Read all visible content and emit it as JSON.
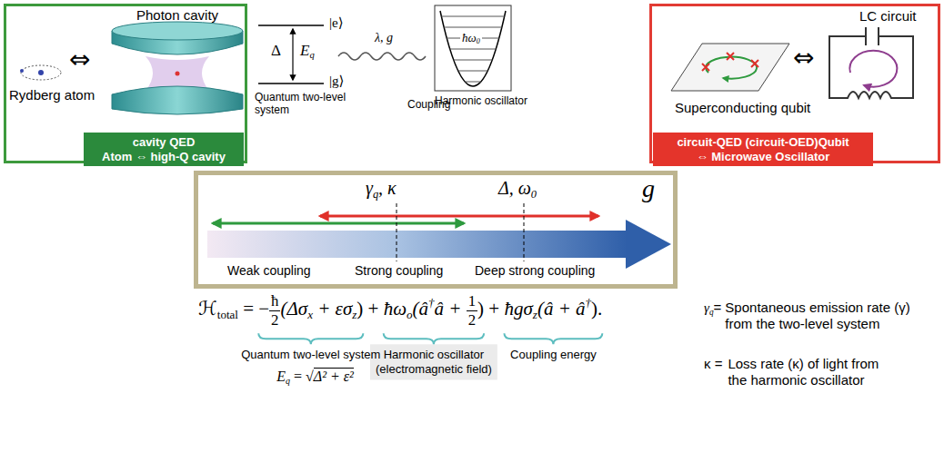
{
  "diagram": {
    "nodes": [
      {
        "text": [
          "Photon cavity",
          "⇔",
          "Rydberg atom"
        ]
      },
      {
        "text": [
          "cavity QED",
          "Atom ⇔ high-Q cavity"
        ],
        "in": 0
      },
      {
        "text": [
          "LC circuit",
          "⇔",
          "Superconducting qubit"
        ]
      },
      {
        "text": [
          "circuit-QED (circuit-OED)Qubit",
          "⇔ Microwave Oscillator"
        ],
        "in": 2
      },
      {
        "text": [
          "γ",
          "q",
          ", κ",
          "Δ, ω",
          "0",
          "g",
          "Weak coupling",
          "Strong coupling",
          "Deep strong coupling"
        ]
      }
    ],
    "labels": [
      "|e⟩",
      "|g⟩",
      "Δ",
      "E",
      "q",
      "λ, g",
      "ħω",
      "0",
      "Quantum two-level system",
      "Coupling",
      "Harmonic oscillator",
      "ℋ",
      "total",
      " = ",
      "−",
      "ħ",
      "2",
      "(Δσ",
      "x",
      " + εσ",
      "z",
      ")",
      " + ",
      "ħω",
      "o",
      "(â",
      "†",
      "â + ",
      "1",
      "2",
      ")",
      " + ",
      "ħgσ",
      "z",
      "(â + â",
      "†",
      ").",
      "Quantum two-level system",
      "Harmonic oscillator",
      "(electromagnetic field)",
      "Coupling energy",
      "E",
      "q",
      " = ",
      "√",
      "Δ² + ε²",
      "γ",
      "q",
      "=",
      "Spontaneous emission rate (γ) from the two-level system",
      "κ =",
      "Loss rate (κ) of light from the harmonic oscillator"
    ]
  }
}
